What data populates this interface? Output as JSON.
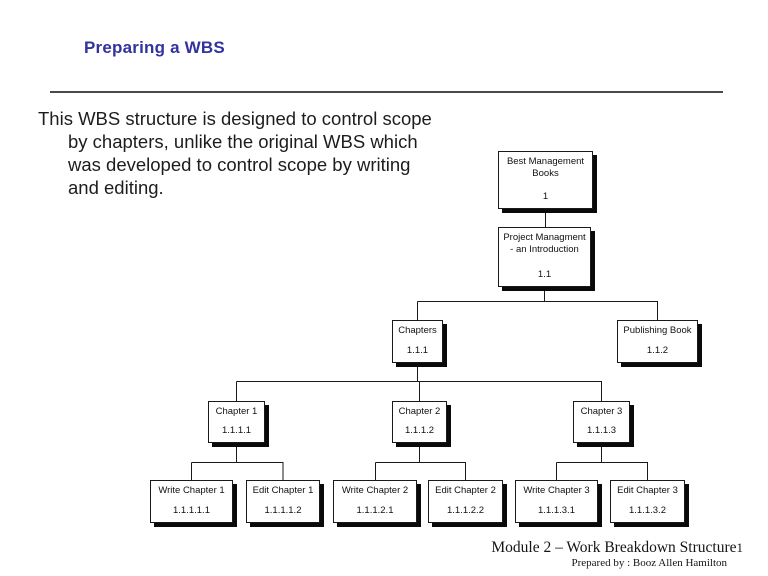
{
  "slide": {
    "title": "Preparing a WBS",
    "title_color": "#3232A0",
    "body": {
      "lines": [
        "This WBS structure is designed to control scope",
        "by chapters, unlike the original WBS which",
        "was developed to control scope by writing",
        "and editing."
      ]
    },
    "footer": {
      "module_text": "Module 2 – Work Breakdown Structure",
      "page_number": "1",
      "prepared_by": "Prepared by : Booz Allen Hamilton"
    }
  },
  "diagram": {
    "type": "wbs-tree",
    "nodes": [
      {
        "lines": [
          "Best Management",
          "Books"
        ],
        "code": "1"
      },
      {
        "lines": [
          "Project Managment",
          "- an Introduction"
        ],
        "code": "1.1"
      },
      {
        "lines": [
          "Chapters"
        ],
        "code": "1.1.1"
      },
      {
        "lines": [
          "Publishing Book"
        ],
        "code": "1.1.2"
      },
      {
        "lines": [
          "Chapter 1"
        ],
        "code": "1.1.1.1"
      },
      {
        "lines": [
          "Chapter 2"
        ],
        "code": "1.1.1.2"
      },
      {
        "lines": [
          "Chapter 3"
        ],
        "code": "1.1.1.3"
      },
      {
        "lines": [
          "Write Chapter 1"
        ],
        "code": "1.1.1.1.1"
      },
      {
        "lines": [
          "Edit Chapter 1"
        ],
        "code": "1.1.1.1.2"
      },
      {
        "lines": [
          "Write Chapter 2"
        ],
        "code": "1.1.1.2.1"
      },
      {
        "lines": [
          "Edit Chapter 2"
        ],
        "code": "1.1.1.2.2"
      },
      {
        "lines": [
          "Write Chapter 3"
        ],
        "code": "1.1.1.3.1"
      },
      {
        "lines": [
          "Edit Chapter 3"
        ],
        "code": "1.1.1.3.2"
      }
    ]
  }
}
